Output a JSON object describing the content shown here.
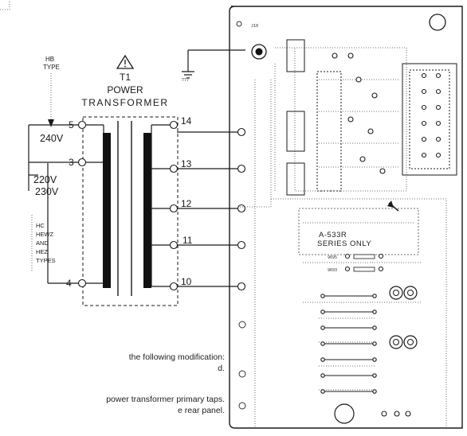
{
  "transformer": {
    "ref": "T1",
    "title_line1": "POWER",
    "title_line2": "TRANSFORMER",
    "hb_type": {
      "line1": "HB",
      "line2": "TYPE"
    },
    "primary": [
      {
        "pin": "5",
        "voltage": "240V"
      },
      {
        "pin": "3",
        "voltage": "220V",
        "voltage_alt": "230V"
      },
      {
        "pin": "4"
      }
    ],
    "secondary": [
      "14",
      "13",
      "12",
      "11",
      "10"
    ],
    "types_label": [
      "HC",
      "HEWZ",
      "AND",
      "HEZ",
      "TYPES"
    ],
    "ground_ref": "777"
  },
  "pcb": {
    "jack_ref": "J10",
    "series_label": {
      "line1": "A-533R",
      "line2": "SERIES ONLY"
    },
    "diode_a": "9695",
    "diode_b": "9693"
  },
  "notes": [
    "",
    "the following modification:",
    "d.",
    "power transformer primary taps.",
    "e rear panel."
  ]
}
